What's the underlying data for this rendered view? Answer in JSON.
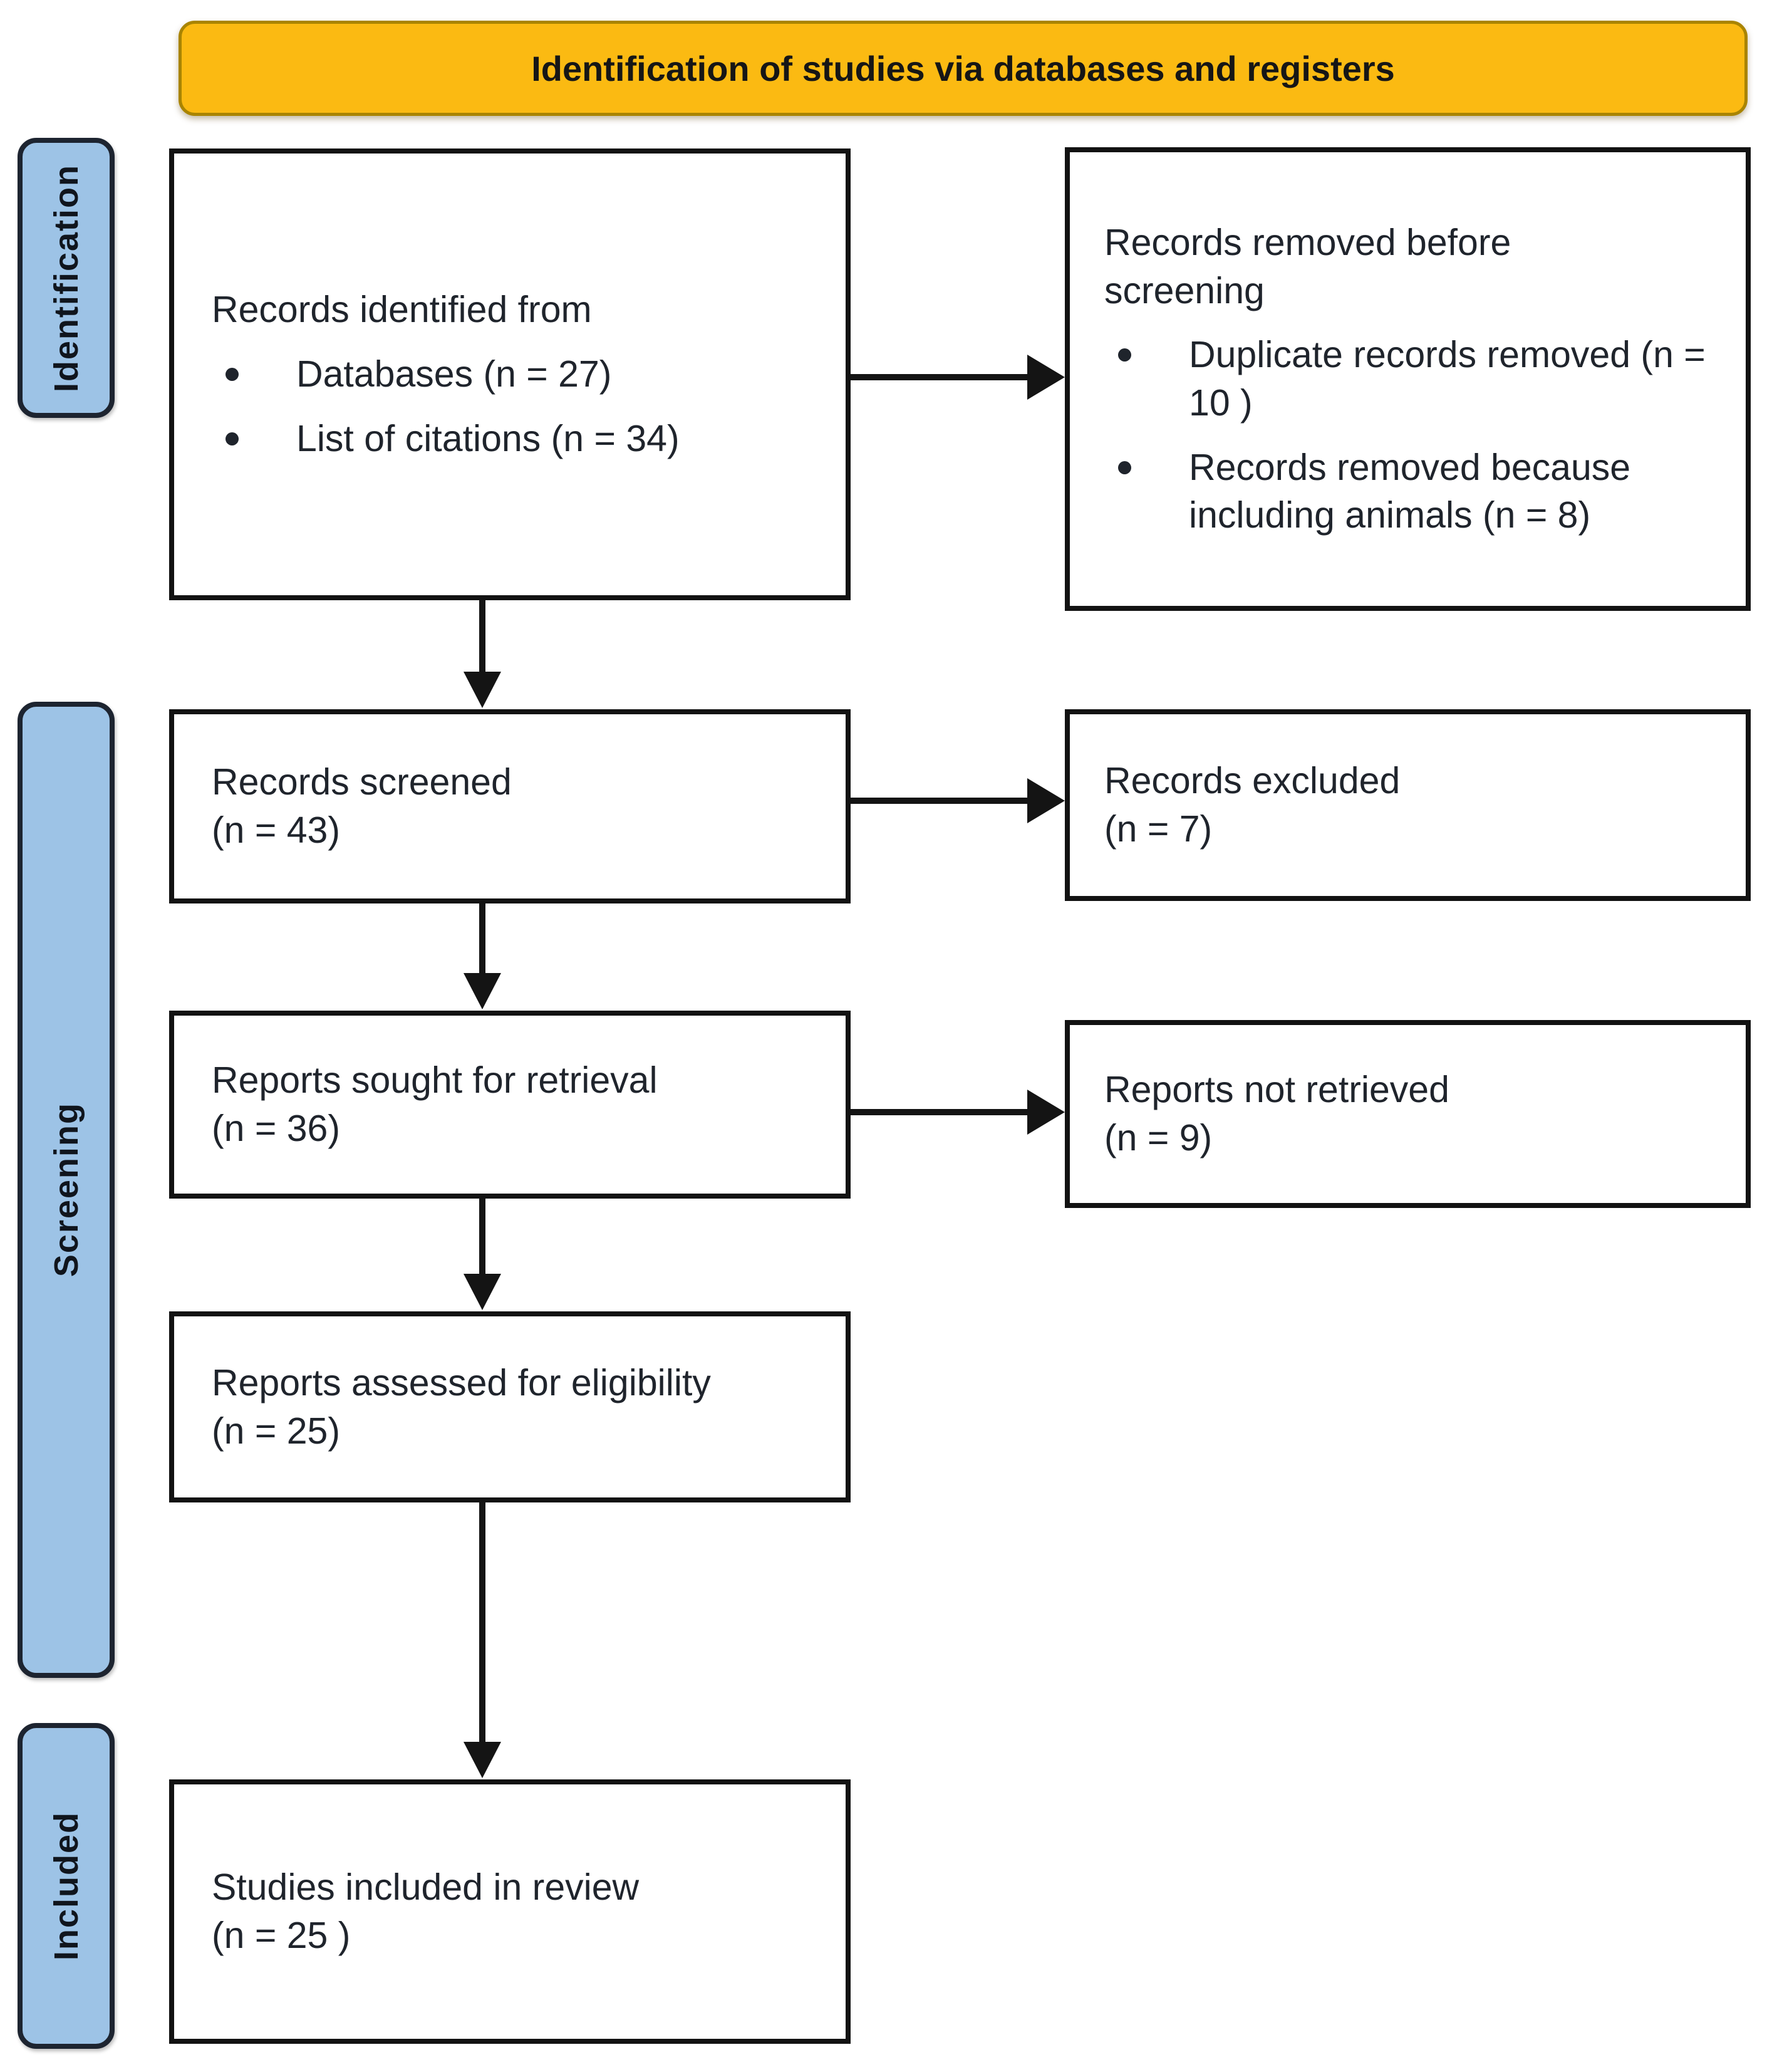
{
  "header": {
    "title": "Identification of studies via databases and registers"
  },
  "sidebar": {
    "identification": "Identification",
    "screening": "Screening",
    "included": "Included"
  },
  "flow": {
    "records_identified": {
      "title": "Records identified from",
      "bullets": [
        "Databases (n = 27)",
        "List of citations (n = 34)"
      ]
    },
    "records_removed": {
      "title": "Records removed before screening",
      "bullets": [
        "Duplicate records removed (n = 10 )",
        "Records removed because including animals (n = 8)"
      ]
    },
    "records_screened": {
      "title": "Records screened",
      "count": "(n = 43)"
    },
    "records_excluded": {
      "title": "Records excluded",
      "count": "(n = 7)"
    },
    "reports_sought": {
      "title": "Reports sought for retrieval",
      "count": "(n = 36)"
    },
    "reports_not_retrieved": {
      "title": "Reports not retrieved",
      "count": "(n = 9)"
    },
    "reports_assessed": {
      "title": "Reports assessed for eligibility",
      "count": "(n = 25)"
    },
    "studies_included": {
      "title": "Studies included in review",
      "count": "(n = 25 )"
    }
  },
  "colors": {
    "header_fill": "#fbba12",
    "header_border": "#a98400",
    "sidebar_fill": "#9dc3e6",
    "sidebar_border": "#1d2430",
    "box_border": "#121212",
    "arrow_color": "#141414",
    "text_color": "#1f242c"
  }
}
